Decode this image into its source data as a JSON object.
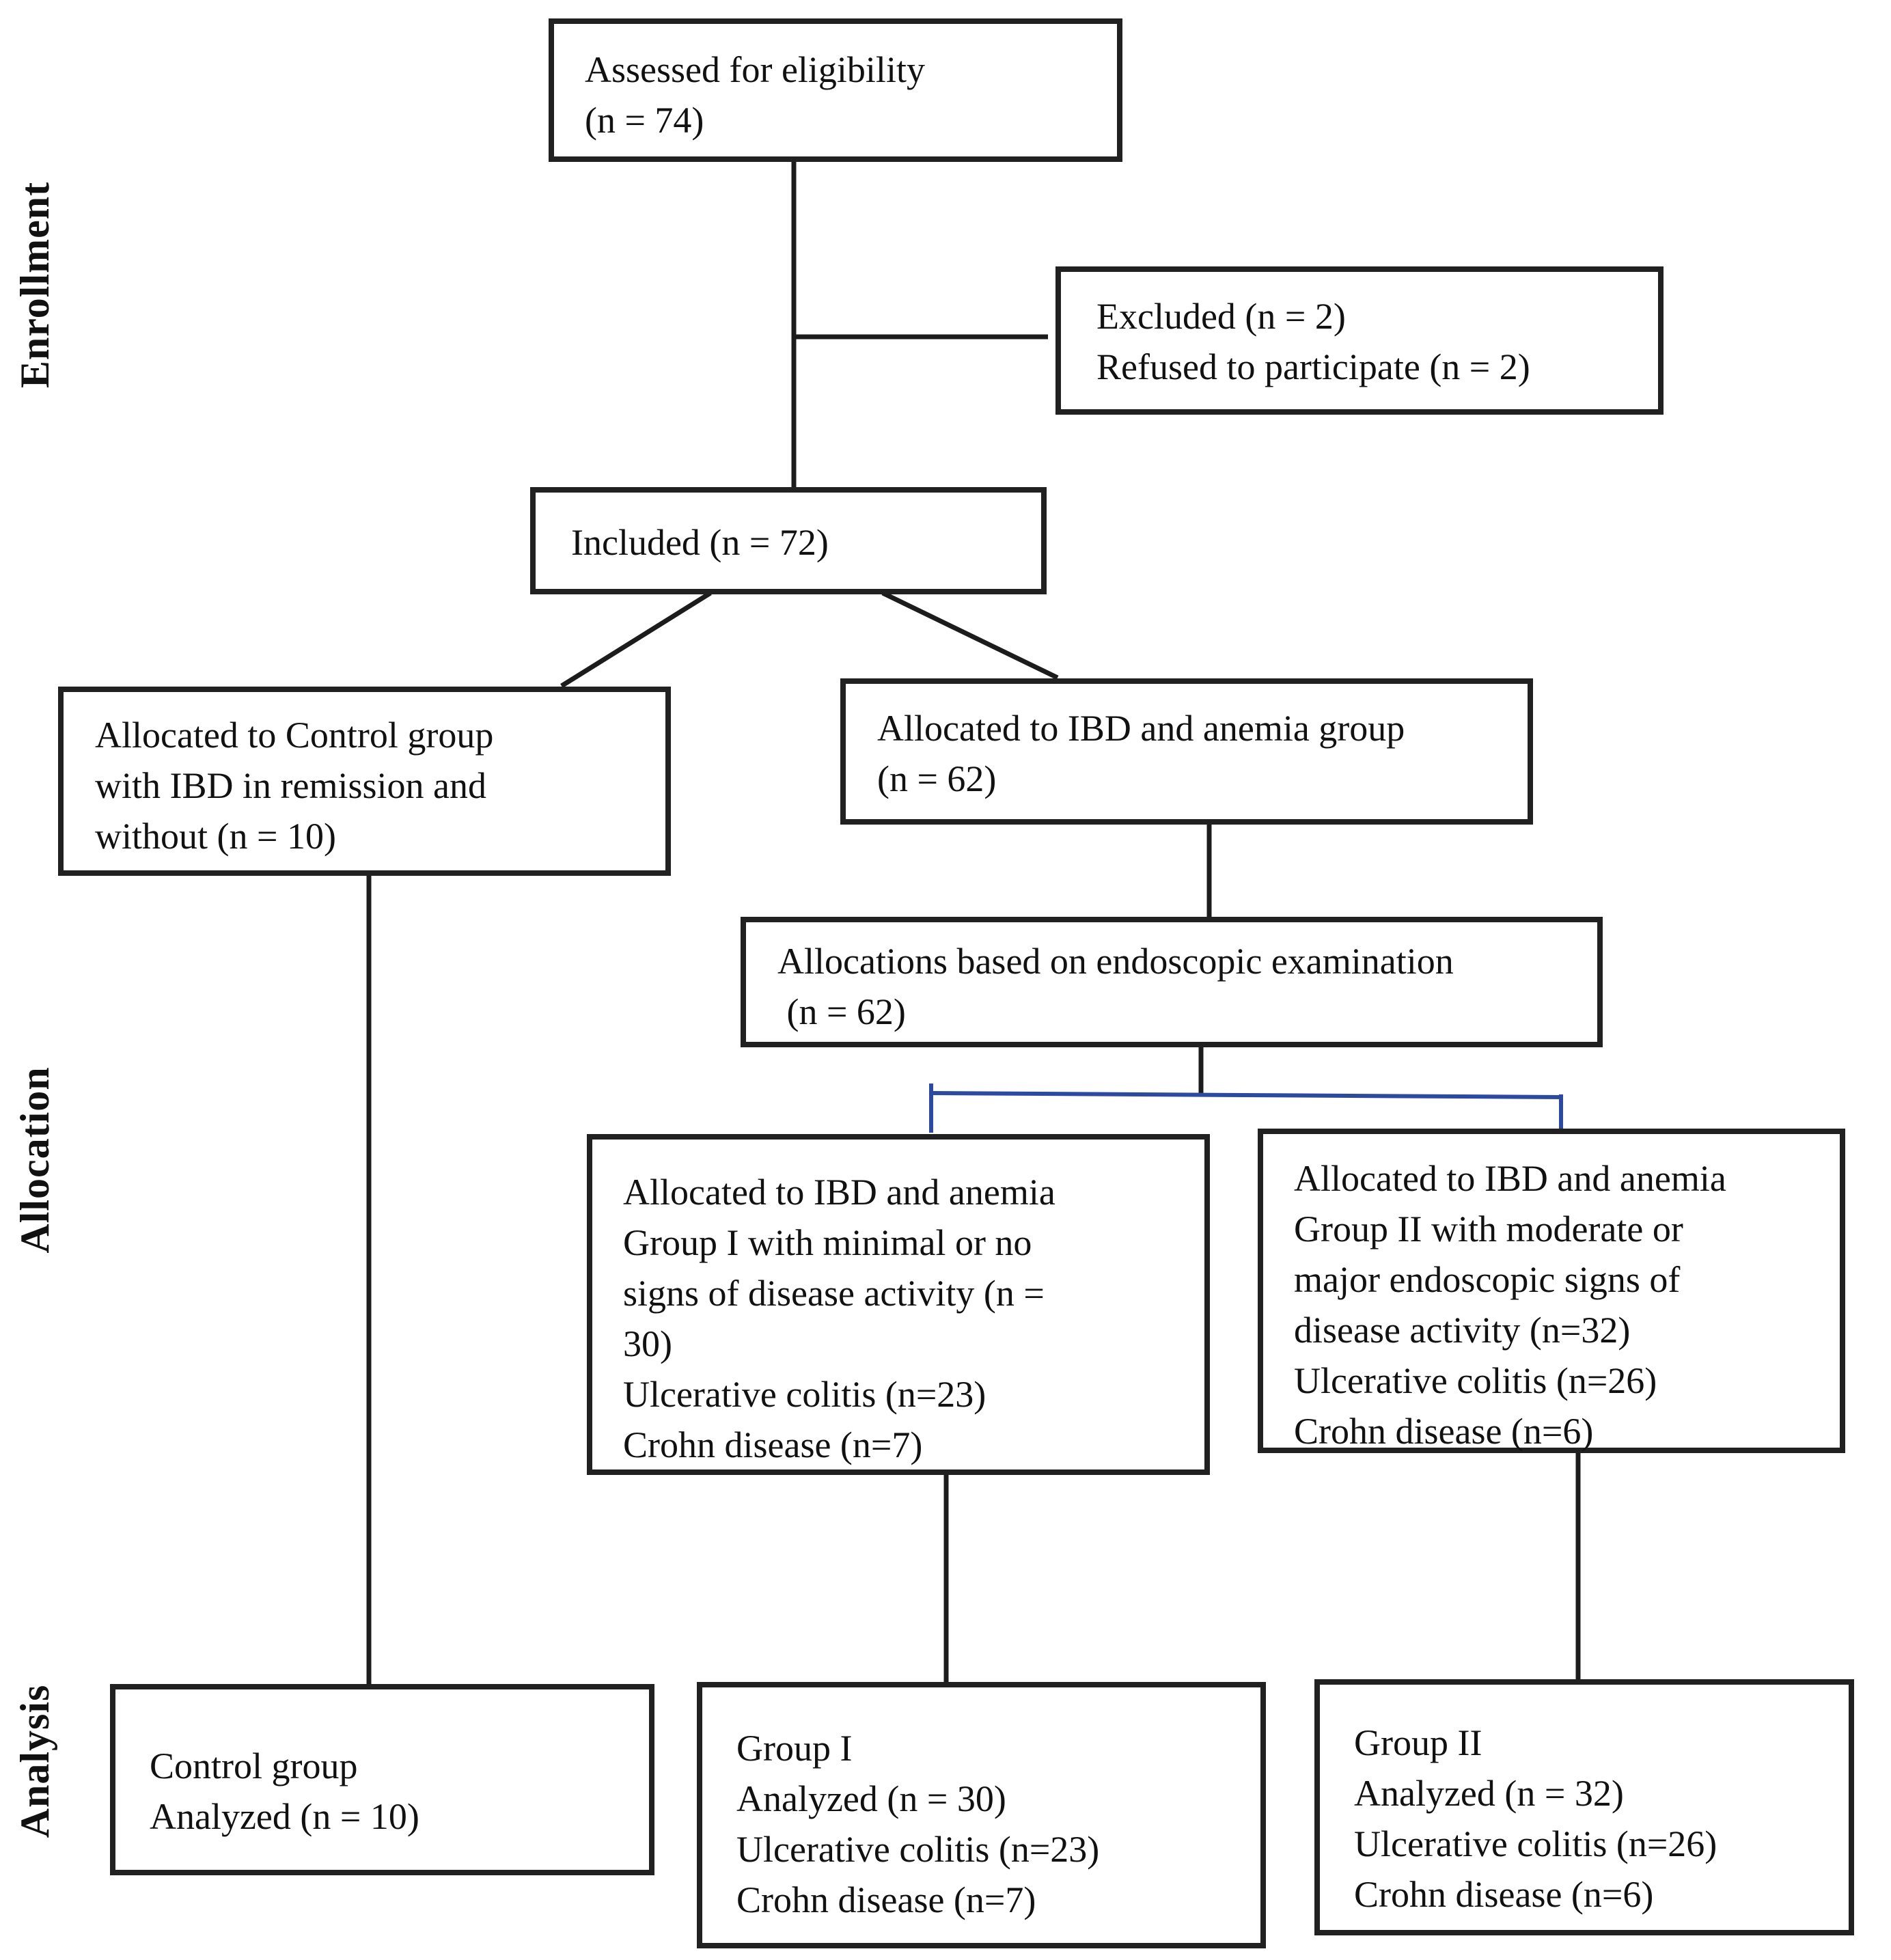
{
  "stage_labels": {
    "enrollment": "Enrollment",
    "allocation": "Allocation",
    "analysis": "Analysis"
  },
  "boxes": {
    "assessed": {
      "lines": [
        "Assessed for eligibility",
        "(n = 74)"
      ]
    },
    "excluded": {
      "lines": [
        "Excluded (n = 2)",
        "Refused to participate (n = 2)"
      ]
    },
    "included": {
      "lines": [
        "Included (n = 72)"
      ]
    },
    "control_allocation": {
      "lines": [
        "Allocated to Control group",
        "with IBD in remission and",
        "without (n = 10)"
      ]
    },
    "ibd_anemia_allocation": {
      "lines": [
        "Allocated to IBD and anemia group",
        "(n = 62)"
      ]
    },
    "endoscopic_allocation": {
      "lines": [
        "Allocations based on endoscopic examination",
        " (n = 62)"
      ]
    },
    "group1_allocation": {
      "lines": [
        "Allocated to IBD and anemia",
        "Group I with minimal or no",
        "signs of disease activity (n =",
        "30)",
        "Ulcerative colitis (n=23)",
        "Crohn disease (n=7)"
      ]
    },
    "group2_allocation": {
      "lines": [
        "Allocated to IBD and anemia",
        "Group II with moderate or",
        "major endoscopic signs of",
        "disease activity (n=32)",
        "Ulcerative colitis (n=26)",
        "Crohn disease (n=6)"
      ]
    },
    "control_analysis": {
      "lines": [
        "Control group",
        "Analyzed (n = 10)"
      ]
    },
    "group1_analysis": {
      "lines": [
        "Group I",
        "Analyzed (n = 30)",
        "Ulcerative colitis (n=23)",
        "Crohn disease (n=7)"
      ]
    },
    "group2_analysis": {
      "lines": [
        "Group II",
        "Analyzed (n = 32)",
        "Ulcerative colitis (n=26)",
        "Crohn disease (n=6)"
      ]
    }
  },
  "colors": {
    "connector": "#1c1c1c",
    "bracket": "#2b4aa0",
    "box_border": "#212121",
    "text": "#111111",
    "background": "#ffffff"
  }
}
